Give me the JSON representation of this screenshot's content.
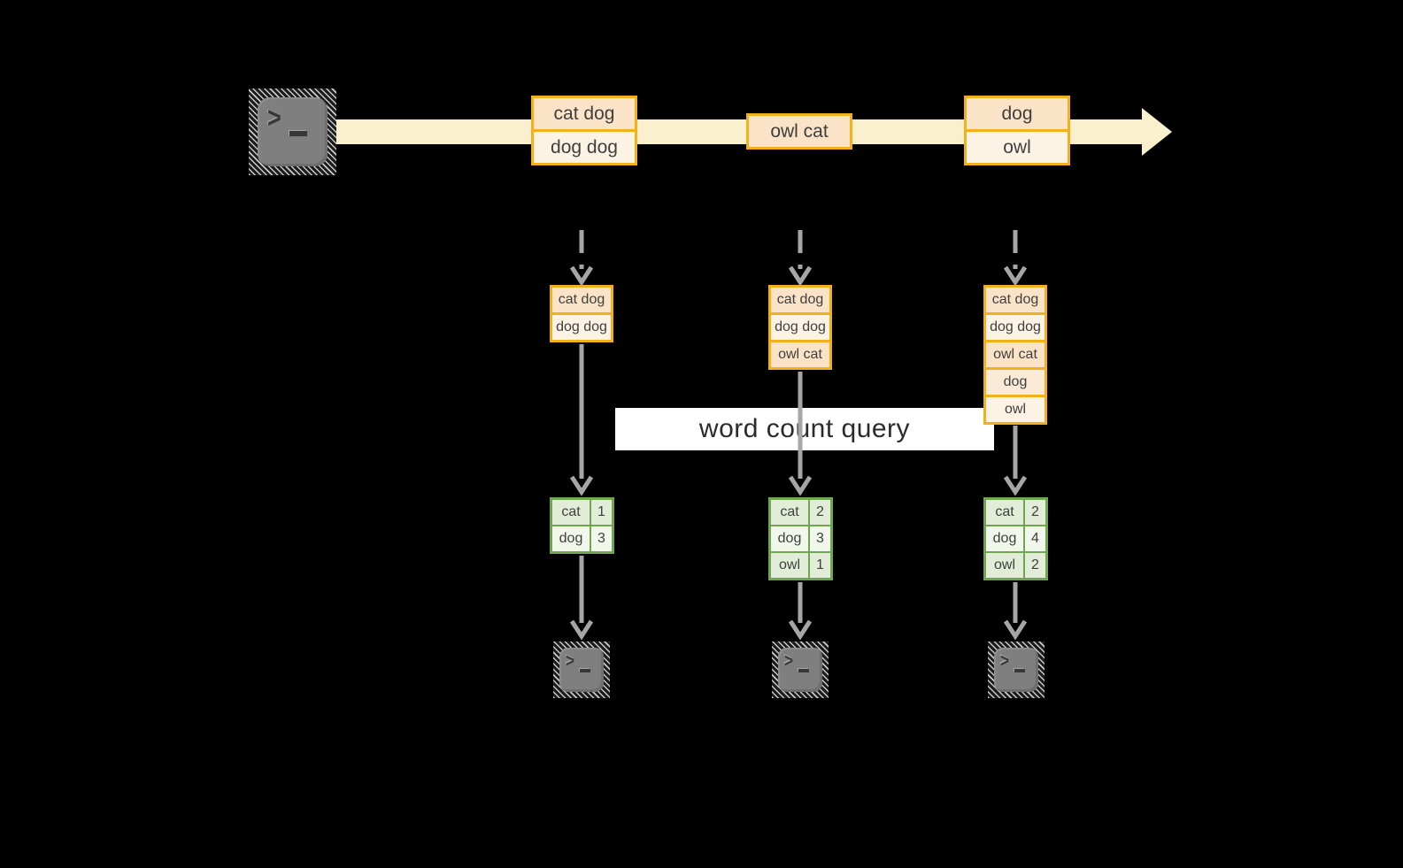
{
  "query_label": "word count query",
  "stream": {
    "source_icon": "terminal-icon",
    "messages": [
      {
        "lines": [
          {
            "text": "cat dog",
            "shade": "dark"
          },
          {
            "text": "dog dog",
            "shade": "light"
          }
        ]
      },
      {
        "lines": [
          {
            "text": "owl cat",
            "shade": "dark"
          }
        ]
      },
      {
        "lines": [
          {
            "text": "dog",
            "shade": "dark"
          },
          {
            "text": "owl",
            "shade": "light"
          }
        ]
      }
    ]
  },
  "columns": [
    {
      "state_lines": [
        {
          "text": "cat dog",
          "shade": "dark"
        },
        {
          "text": "dog dog",
          "shade": "light"
        }
      ],
      "counts": [
        {
          "word": "cat",
          "count": "1"
        },
        {
          "word": "dog",
          "count": "3"
        }
      ],
      "sink_icon": "terminal-icon"
    },
    {
      "state_lines": [
        {
          "text": "cat dog",
          "shade": "dark"
        },
        {
          "text": "dog dog",
          "shade": "light"
        },
        {
          "text": "owl cat",
          "shade": "dark"
        }
      ],
      "counts": [
        {
          "word": "cat",
          "count": "2"
        },
        {
          "word": "dog",
          "count": "3"
        },
        {
          "word": "owl",
          "count": "1"
        }
      ],
      "sink_icon": "terminal-icon"
    },
    {
      "state_lines": [
        {
          "text": "cat dog",
          "shade": "dark"
        },
        {
          "text": "dog dog",
          "shade": "light"
        },
        {
          "text": "owl cat",
          "shade": "dark"
        },
        {
          "text": "dog",
          "shade": "mid"
        },
        {
          "text": "owl",
          "shade": "light"
        }
      ],
      "counts": [
        {
          "word": "cat",
          "count": "2"
        },
        {
          "word": "dog",
          "count": "4"
        },
        {
          "word": "owl",
          "count": "2"
        }
      ],
      "sink_icon": "terminal-icon"
    }
  ],
  "colors": {
    "accent_orange": "#F2B01B",
    "band_yellow": "#FAF0CD",
    "fill_peach": "#FAE3C6",
    "fill_cream": "#FDF3E4",
    "accent_green": "#6FA64F",
    "fill_green_dark": "#E2EDD7",
    "fill_green_light": "#F2F7EC",
    "arrow_gray": "#A6A6A6",
    "icon_gray": "#7F7F7F",
    "text_dark": "#3F3F3F"
  }
}
